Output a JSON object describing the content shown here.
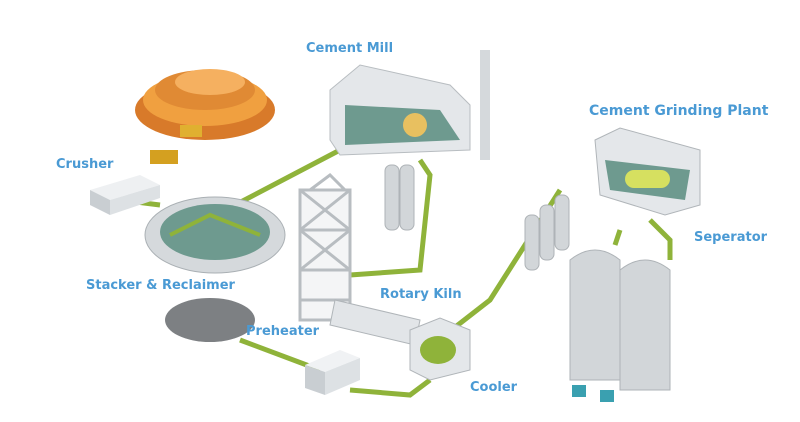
{
  "labels": {
    "cement_mill": "Cement Mill",
    "cement_grinding_plant": "Cement Grinding Plant",
    "crusher": "Crusher",
    "stacker_reclaimer": "Stacker & Reclaimer",
    "rotary_kiln": "Rotary Kiln",
    "preheater": "Preheater",
    "cooler": "Cooler",
    "separator": "Seperator"
  },
  "colors": {
    "label": "#4a9ad4",
    "pipe": "#8fb33a",
    "building": "#dfe3e6",
    "quarry": "#f0a040"
  }
}
